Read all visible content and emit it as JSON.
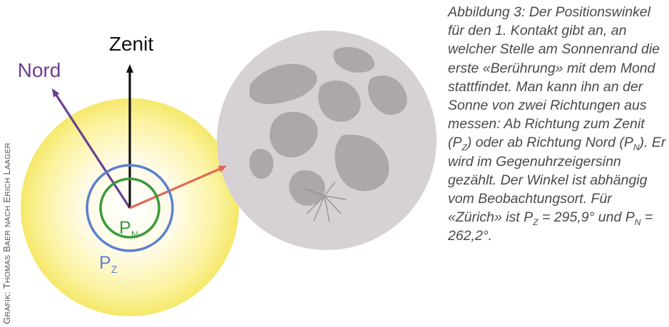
{
  "figure": {
    "label_zenit": "Zenit",
    "label_nord": "Nord",
    "label_pn_main": "P",
    "label_pn_sub": "N",
    "label_pz_main": "P",
    "label_pz_sub": "Z"
  },
  "credit": {
    "g": "G",
    "rafik": "RAFIK",
    "colon": ": ",
    "t": "T",
    "homas": "HOMAS",
    "sp1": " ",
    "b": "B",
    "aer": "AER",
    "sp2": " ",
    "nach": "NACH",
    "sp3": " ",
    "e": "E",
    "rich": "RICH",
    "sp4": " ",
    "l": "L",
    "aager": "AAGER"
  },
  "caption": {
    "text_before_pz": "Abbildung 3: Der Positionswinkel für den 1. Kontakt gibt an, an welcher Stelle am Sonnenrand die erste «Berührung» mit dem Mond stattfindet. Man kann ihn an der Sonne von zwei Richtungen aus messen: Ab Richtung zum Zenit (P",
    "sub_z1": "Z",
    "text_mid1": ") oder ab Richtung Nord (P",
    "sub_n1": "N",
    "text_mid2": "). Er wird im Gegenuhrzeigersinn gezählt. Der Winkel ist abhängig vom Beobachtungsort. Für «Zürich» ist P",
    "sub_z2": "Z",
    "text_mid3": " = 295,9° und P",
    "sub_n2": "N",
    "text_end": " = 262,2°."
  },
  "colors": {
    "zenit_arrow": "#111111",
    "nord_arrow": "#6b3f8f",
    "contact_arrow": "#e06a55",
    "pn_circle": "#3a9a3a",
    "pz_circle": "#5b7fd0",
    "moon": "#d6d1d4",
    "moon_maria": "#a9a2a7",
    "sun_core": "#ffffff",
    "sun_edge": "#f7ec6a"
  }
}
